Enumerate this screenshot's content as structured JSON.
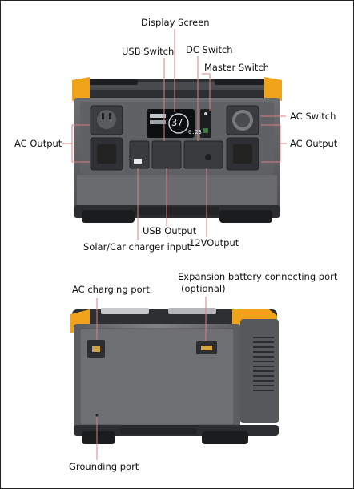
{
  "labels": {
    "display_screen": "Display Screen",
    "usb_switch": "USB Switch",
    "dc_switch": "DC Switch",
    "master_switch": "Master Switch",
    "ac_switch": "AC Switch",
    "ac_output_left": "AC Output",
    "ac_output_right": "AC Output",
    "usb_output": "USB Output",
    "twelve_v_output": "12VOutput",
    "solar_car_input": "Solar/Car charger input",
    "ac_charging_port": "AC charging port",
    "expansion_port": "Expansion battery connecting port",
    "expansion_optional": "(optional)",
    "grounding_port": "Grounding port"
  },
  "screen": {
    "readout_main": "37",
    "readout_right": "0.23"
  },
  "colors": {
    "accent_orange": "#f0a21a",
    "body_gray": "#77787b",
    "body_dark": "#2b2d30",
    "leader_line": "#d98080"
  }
}
